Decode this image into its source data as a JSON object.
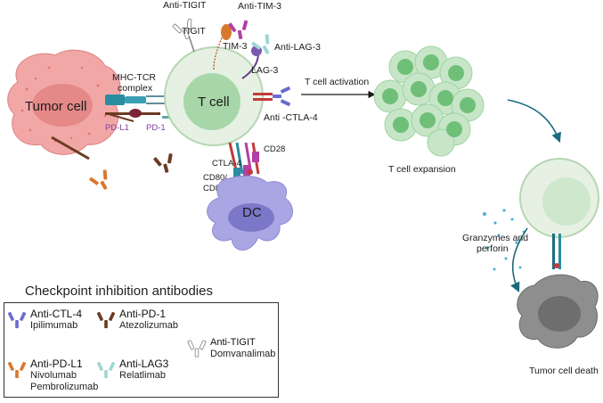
{
  "colors": {
    "tumor": "#f2a7a7",
    "tcell": "#cfe6cf",
    "tcell_nucleus": "#9fd3a3",
    "dc": "#a9a6e3",
    "dead_cell": "#8e8e8e",
    "anti_ctl4": "#6b6ccf",
    "anti_pd1": "#6b3b22",
    "anti_pdl1": "#d9782d",
    "anti_lag3": "#9fd6d4",
    "anti_tigit": "#ffffff",
    "tcr_teal": "#2a8ca0",
    "arrow_teal": "#1b6b7d"
  },
  "labels": {
    "tumor_cell": "Tumor cell",
    "t_cell": "T cell",
    "dc": "DC",
    "mhc_tcr": [
      "MHC-TCR",
      "complex"
    ],
    "pd_l1": "PD-L1",
    "pd_1": "PD-1",
    "anti_tigit": "Anti-TIGIT",
    "tigit": "TIGIT",
    "anti_tim3": "Anti-TIM-3",
    "tim3": "TIM-3",
    "anti_lag3": "Anti-LAG-3",
    "lag3": "LAG-3",
    "anti_ctla4": "Anti -CTLA-4",
    "ctla4": "CTLA-4",
    "cd28": "CD28",
    "cd80_86": [
      "CD80/",
      "CD86"
    ],
    "t_cell_activation": "T cell activation",
    "t_cell_expansion": "T cell expansion",
    "granzymes": [
      "Granzymes and",
      "perforin"
    ],
    "tumor_cell_death": "Tumor cell death"
  },
  "legend": {
    "title": "Checkpoint inhibition antibodies",
    "items": [
      {
        "name": "Anti-CTL-4",
        "drugs": [
          "Ipilimumab"
        ],
        "icon": "anti-ctl4-antibody-icon",
        "color": "#6b6ccf"
      },
      {
        "name": "Anti-PD-1",
        "drugs": [
          "Atezolizumab"
        ],
        "icon": "anti-pd1-antibody-icon",
        "color": "#6b3b22"
      },
      {
        "name": "Anti-TIGIT",
        "drugs": [
          "Domvanalimab"
        ],
        "icon": "anti-tigit-antibody-icon",
        "color": "#ffffff"
      },
      {
        "name": "Anti-PD-L1",
        "drugs": [
          "Nivolumab",
          "Pembrolizumab"
        ],
        "icon": "anti-pdl1-antibody-icon",
        "color": "#d9782d"
      },
      {
        "name": "Anti-LAG3",
        "drugs": [
          "Relatlimab"
        ],
        "icon": "anti-lag3-antibody-icon",
        "color": "#9fd6d4"
      }
    ]
  }
}
